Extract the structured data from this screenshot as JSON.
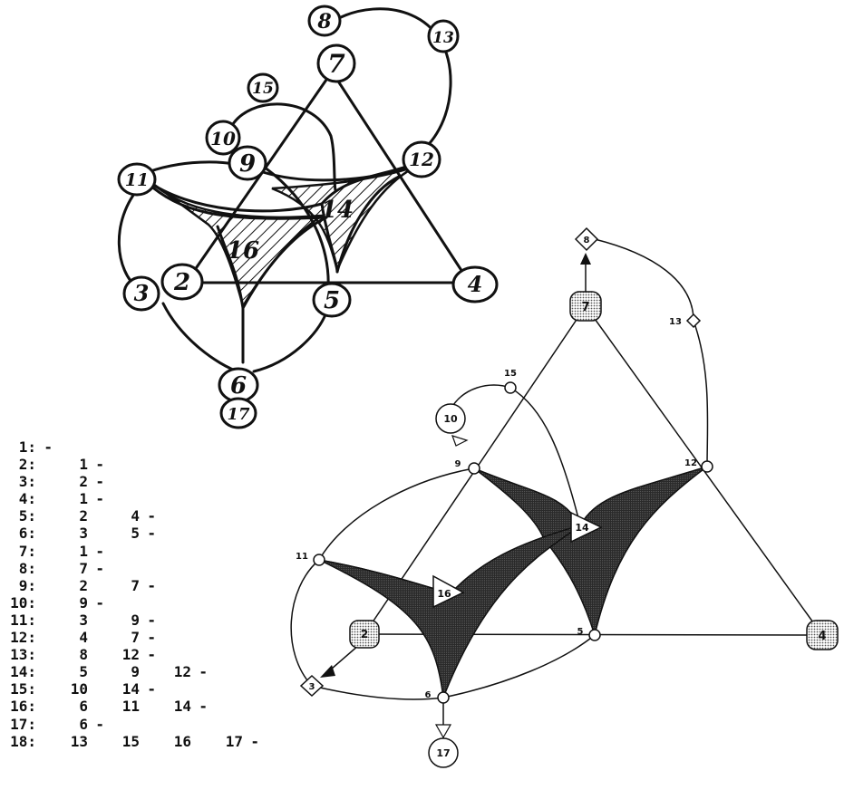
{
  "sketch": {
    "labels": [
      "8",
      "7",
      "13",
      "15",
      "10",
      "9",
      "12",
      "11",
      "14",
      "16",
      "2",
      "3",
      "4",
      "5",
      "6",
      "17"
    ]
  },
  "graph": {
    "nodes": [
      {
        "id": "8",
        "kind": "diamond"
      },
      {
        "id": "7",
        "kind": "big"
      },
      {
        "id": "13",
        "kind": "small"
      },
      {
        "id": "15",
        "kind": "small"
      },
      {
        "id": "10",
        "kind": "circle"
      },
      {
        "id": "9",
        "kind": "small"
      },
      {
        "id": "12",
        "kind": "small"
      },
      {
        "id": "11",
        "kind": "small"
      },
      {
        "id": "14",
        "kind": "triangle"
      },
      {
        "id": "16",
        "kind": "triangle"
      },
      {
        "id": "2",
        "kind": "big"
      },
      {
        "id": "5",
        "kind": "small"
      },
      {
        "id": "4",
        "kind": "big"
      },
      {
        "id": "3",
        "kind": "diamond"
      },
      {
        "id": "6",
        "kind": "small"
      },
      {
        "id": "17",
        "kind": "circle"
      }
    ]
  },
  "listing": [
    {
      "index": "1:",
      "values": []
    },
    {
      "index": "2:",
      "values": [
        "1"
      ]
    },
    {
      "index": "3:",
      "values": [
        "2"
      ]
    },
    {
      "index": "4:",
      "values": [
        "1"
      ]
    },
    {
      "index": "5:",
      "values": [
        "2",
        "4"
      ]
    },
    {
      "index": "6:",
      "values": [
        "3",
        "5"
      ]
    },
    {
      "index": "7:",
      "values": [
        "1"
      ]
    },
    {
      "index": "8:",
      "values": [
        "7"
      ]
    },
    {
      "index": "9:",
      "values": [
        "2",
        "7"
      ]
    },
    {
      "index": "10:",
      "values": [
        "9"
      ]
    },
    {
      "index": "11:",
      "values": [
        "3",
        "9"
      ]
    },
    {
      "index": "12:",
      "values": [
        "4",
        "7"
      ]
    },
    {
      "index": "13:",
      "values": [
        "8",
        "12"
      ]
    },
    {
      "index": "14:",
      "values": [
        "5",
        "9",
        "12"
      ]
    },
    {
      "index": "15:",
      "values": [
        "10",
        "14"
      ]
    },
    {
      "index": "16:",
      "values": [
        "6",
        "11",
        "14"
      ]
    },
    {
      "index": "17:",
      "values": [
        "6"
      ]
    },
    {
      "index": "18:",
      "values": [
        "13",
        "15",
        "16",
        "17"
      ]
    }
  ],
  "listing_terminator": "-"
}
